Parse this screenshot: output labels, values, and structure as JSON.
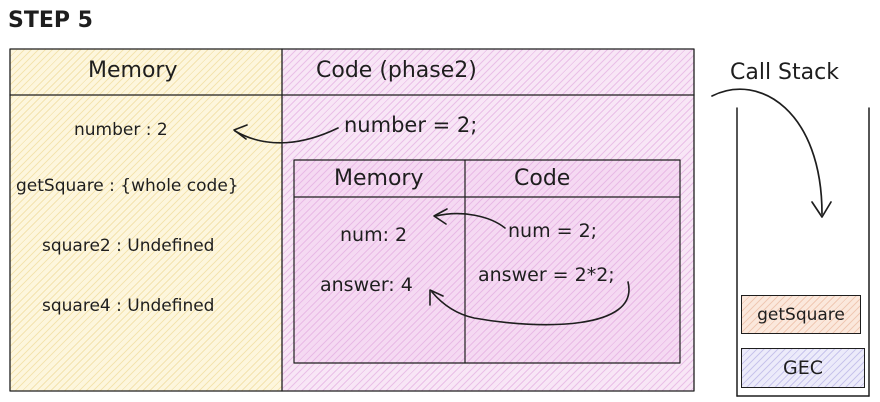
{
  "step_title": "STEP 5",
  "global_context": {
    "memory_header": "Memory",
    "code_header": "Code (phase2)",
    "memory_entries": [
      "number : 2",
      "getSquare : {whole code}",
      "square2 : Undefined",
      "square4 : Undefined"
    ],
    "code_line": "number = 2;"
  },
  "function_context": {
    "memory_header": "Memory",
    "code_header": "Code",
    "memory_entries": [
      "num: 2",
      "answer: 4"
    ],
    "code_lines": [
      "num = 2;",
      "answer = 2*2;"
    ]
  },
  "call_stack": {
    "title": "Call Stack",
    "frames": [
      "getSquare",
      "GEC"
    ]
  },
  "colors": {
    "memory_fill": "#fdf6dd",
    "code_fill": "#f8e6f6",
    "getsquare_frame_fill": "#fbe8dc",
    "gec_frame_fill": "#ecebfa",
    "stroke": "#1e1e1e"
  }
}
